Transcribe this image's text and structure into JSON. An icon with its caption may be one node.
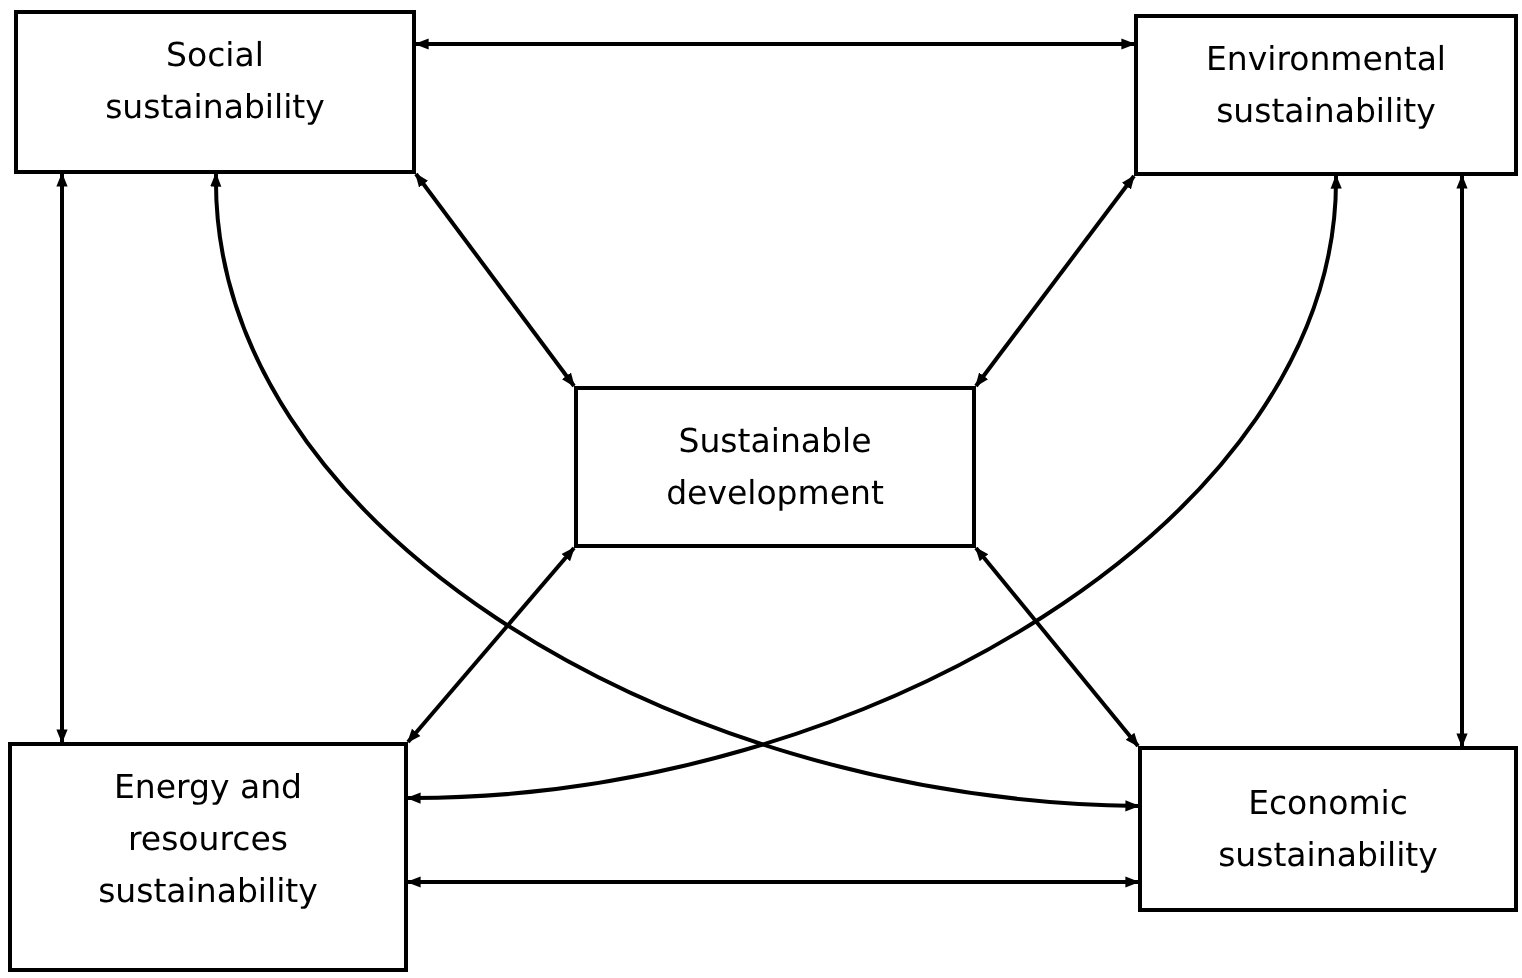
{
  "diagram": {
    "nodes": [
      {
        "text": [
          "Social sustainability"
        ]
      },
      {
        "text": [
          "Environmental sustainability"
        ]
      },
      {
        "text": [
          "Sustainable development"
        ]
      },
      {
        "text": [
          "Energy and resources sustainability"
        ]
      },
      {
        "text": [
          "Economic sustainability"
        ]
      }
    ],
    "edges": [
      {
        "from": 0,
        "to": 1,
        "arrow": "both"
      },
      {
        "from": 0,
        "to": 3,
        "arrow": "both"
      },
      {
        "from": 0,
        "to": 2,
        "arrow": "both"
      },
      {
        "from": 0,
        "to": 4,
        "arrow": "both"
      },
      {
        "from": 1,
        "to": 2,
        "arrow": "both"
      },
      {
        "from": 1,
        "to": 3,
        "arrow": "both"
      },
      {
        "from": 1,
        "to": 4,
        "arrow": "both"
      },
      {
        "from": 2,
        "to": 3,
        "arrow": "both"
      },
      {
        "from": 2,
        "to": 4,
        "arrow": "both"
      },
      {
        "from": 3,
        "to": 4,
        "arrow": "both"
      }
    ]
  }
}
